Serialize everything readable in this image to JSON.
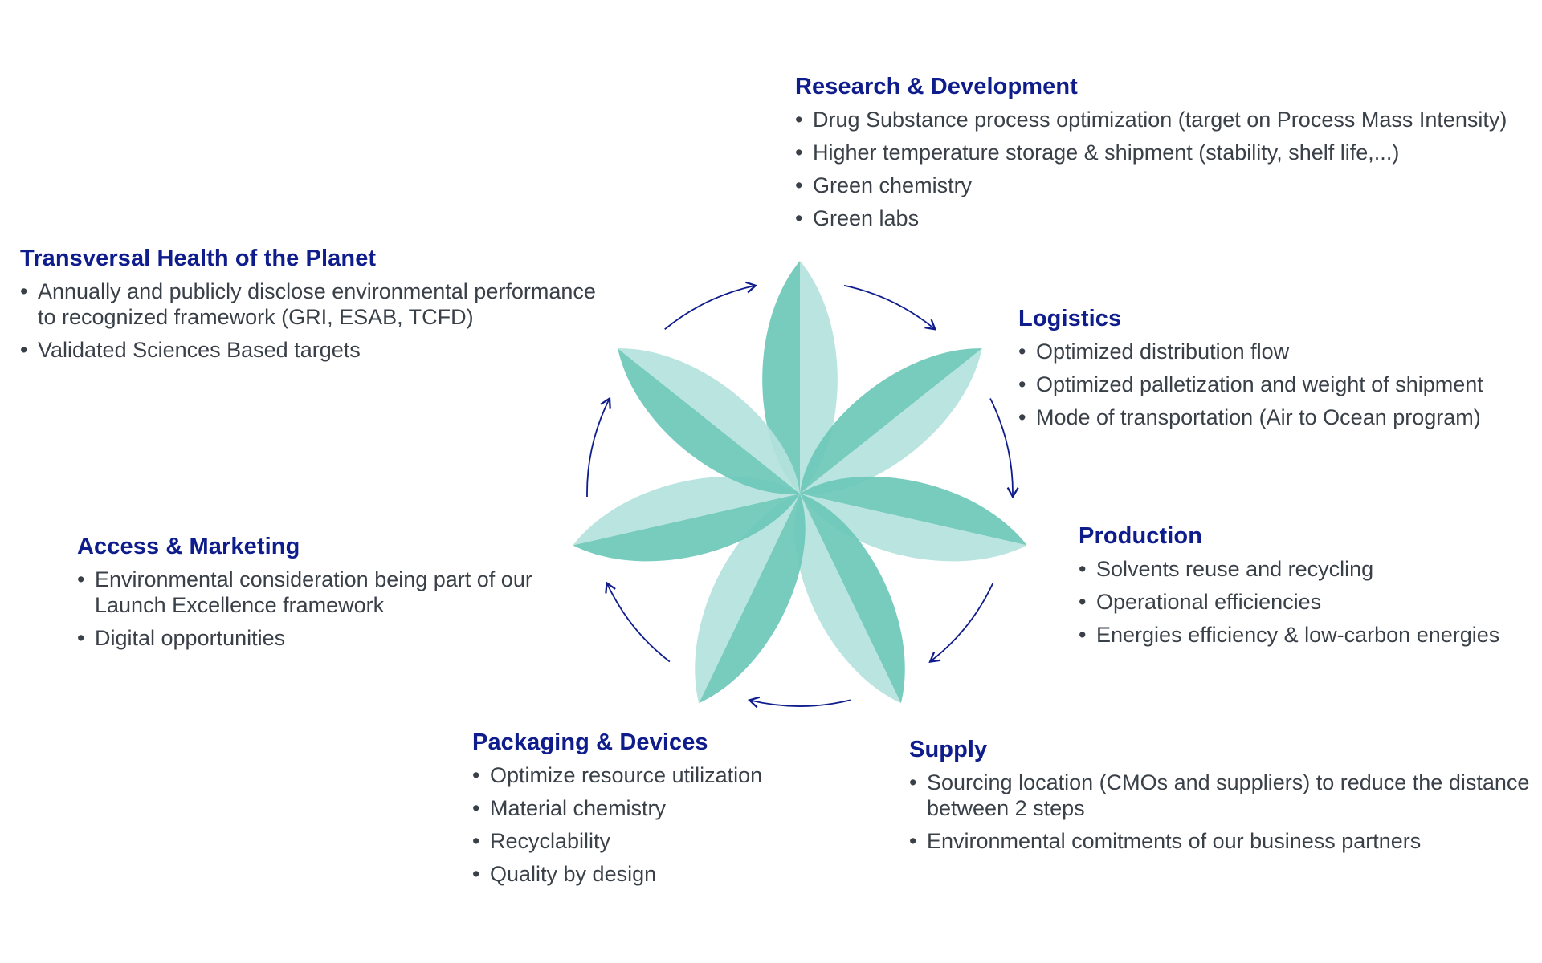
{
  "accent_color": "#0f1c8c",
  "petal_colors": {
    "light": "#b4e2dc",
    "dark": "#6bc8b8"
  },
  "sections": {
    "rd": {
      "title": "Research & Development",
      "items": [
        "Drug Substance process optimization (target on Process Mass Intensity)",
        "Higher temperature storage & shipment (stability, shelf life,...)",
        "Green chemistry",
        "Green labs"
      ]
    },
    "thp": {
      "title": "Transversal Health of the Planet",
      "items": [
        "Annually and publicly disclose environmental performance to recognized framework (GRI, ESAB, TCFD)",
        "Validated Sciences Based targets"
      ]
    },
    "logistics": {
      "title": "Logistics",
      "items": [
        "Optimized distribution flow",
        "Optimized palletization and weight of shipment",
        "Mode of transportation (Air to Ocean program)"
      ]
    },
    "access": {
      "title": "Access & Marketing",
      "items": [
        "Environmental consideration being part of our Launch Excellence framework",
        "Digital opportunities"
      ]
    },
    "production": {
      "title": "Production",
      "items": [
        "Solvents reuse and recycling",
        "Operational efficiencies",
        "Energies efficiency & low-carbon energies"
      ]
    },
    "packaging": {
      "title": "Packaging & Devices",
      "items": [
        "Optimize resource utilization",
        "Material chemistry",
        "Recyclability",
        "Quality by design"
      ]
    },
    "supply": {
      "title": "Supply",
      "items": [
        "Sourcing location (CMOs and suppliers) to reduce the distance between 2 steps",
        "Environmental comitments of our business partners"
      ]
    }
  }
}
